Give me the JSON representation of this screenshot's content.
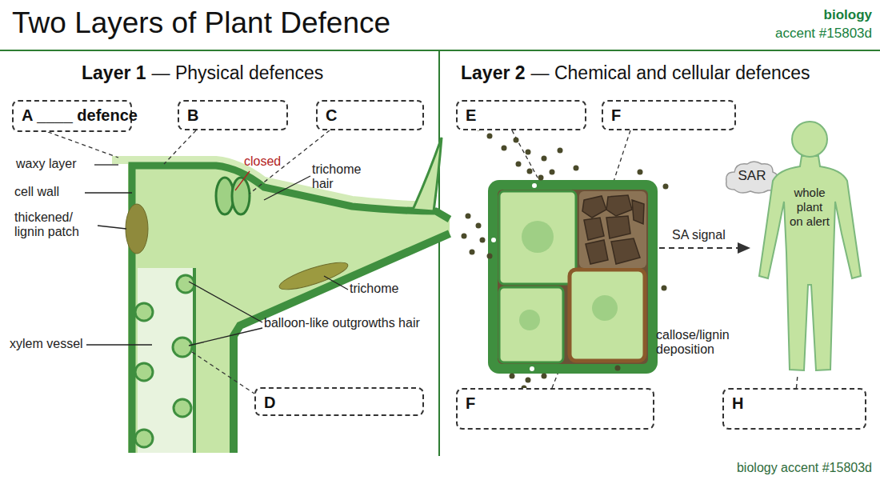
{
  "diagram": {
    "title": "Two Layers of Plant Defence",
    "nodes": [
      {
        "text": [
          "A ____ defence"
        ]
      },
      {
        "text": [
          "B"
        ]
      },
      {
        "text": [
          "C"
        ]
      },
      {
        "text": [
          "D"
        ]
      },
      {
        "text": [
          "E"
        ]
      },
      {
        "text": [
          "F"
        ]
      },
      {
        "text": [
          "F"
        ]
      },
      {
        "text": [
          "SAR"
        ]
      },
      {
        "text": [
          "whole plant on alert"
        ]
      },
      {
        "text": [
          "H"
        ]
      }
    ],
    "edges": [
      {
        "from": 9,
        "to": 8,
        "arrow": "none"
      }
    ],
    "labels": [
      "biology",
      "accent #15803d",
      "Layer 1",
      "— Physical defences",
      "Layer 2",
      "— Chemical and cellular defences",
      "waxy layer",
      "cell wall",
      "thickened/ lignin patch",
      "xylem vessel",
      "closed",
      "trichome hair",
      "trichome",
      "balloon-like outgrowths hair",
      "SA signal",
      "callose/lignin deposition",
      "biology accent #15803d"
    ]
  }
}
